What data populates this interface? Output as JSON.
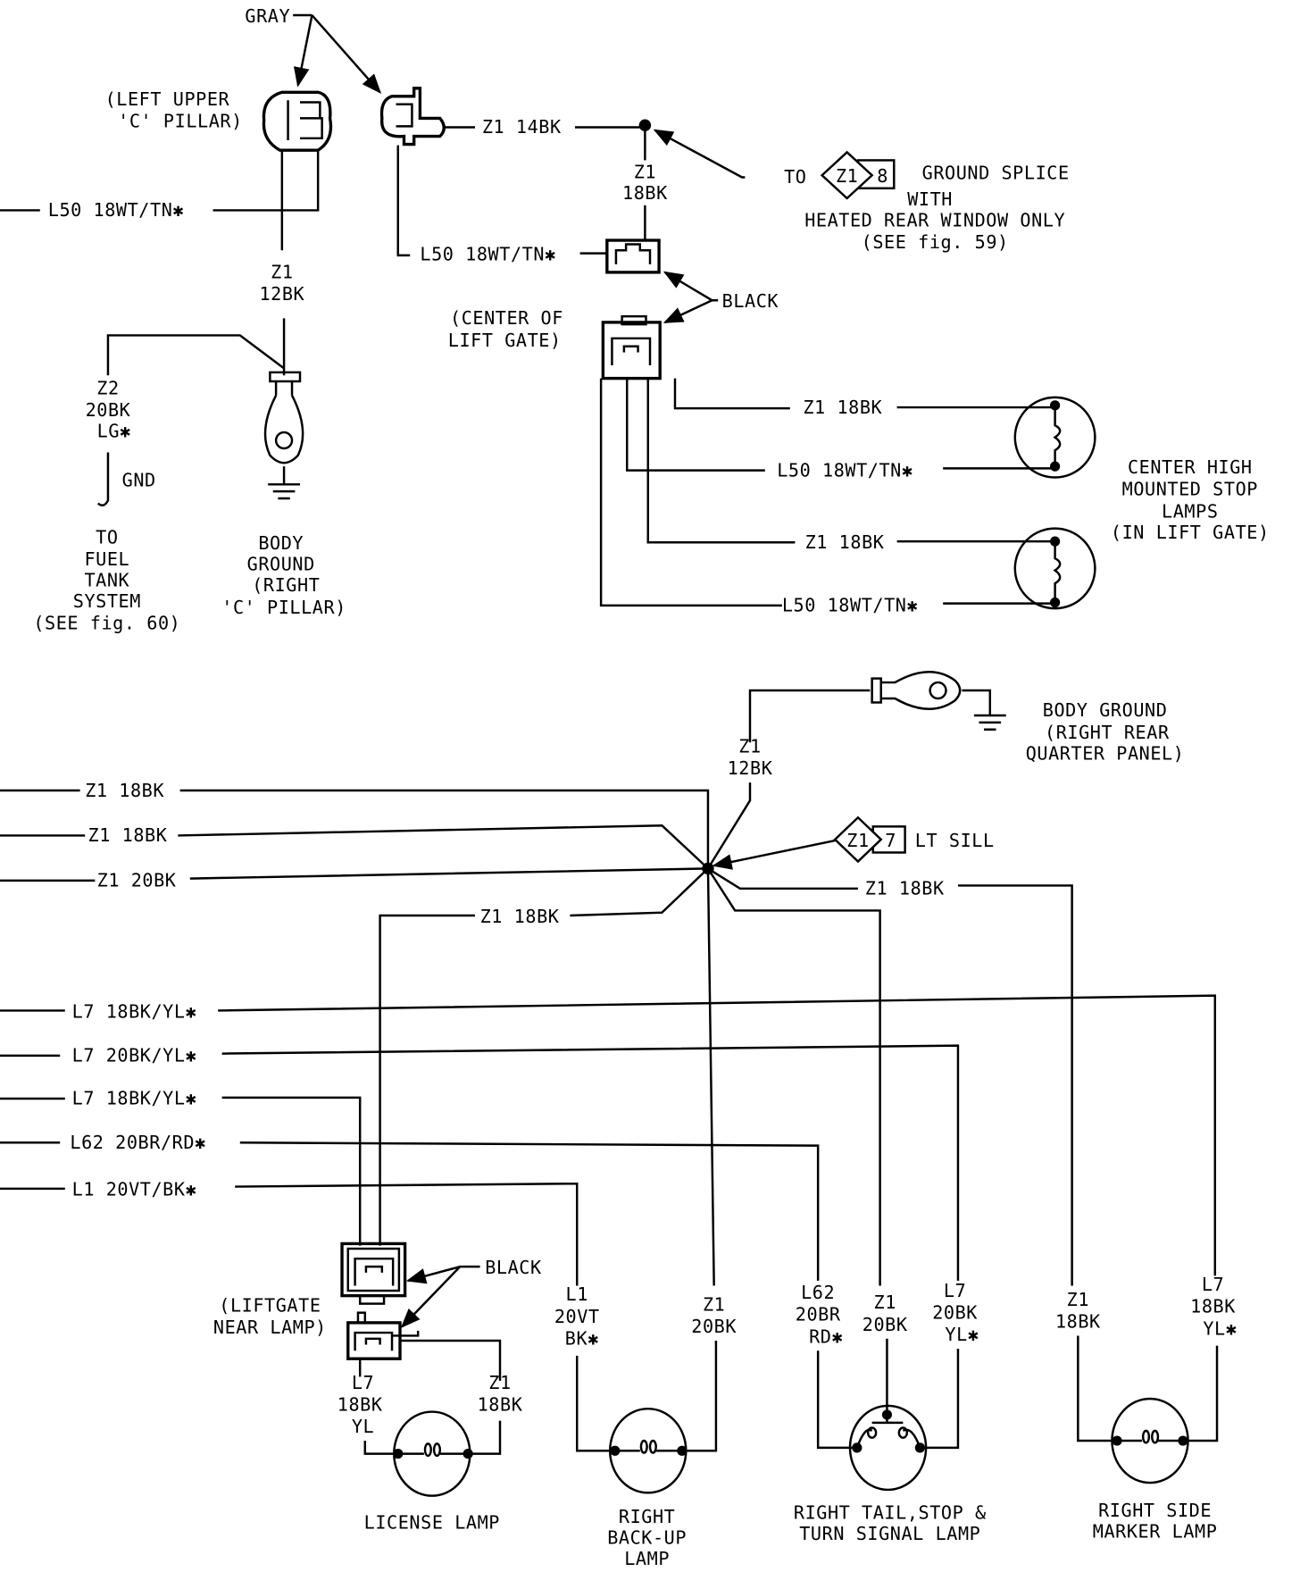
{
  "top": {
    "gray": "GRAY",
    "left_upper_1": "(LEFT UPPER",
    "left_upper_2": "'C' PILLAR)",
    "z1_14bk": "Z1 14BK",
    "z1_a": "Z1",
    "bk18_a": "18BK",
    "to": "TO",
    "splice8_circuit": "Z1",
    "splice8_num": "8",
    "ground_splice": "GROUND SPLICE",
    "with": "WITH",
    "heated": "HEATED REAR WINDOW ONLY",
    "see59": "(SEE fig. 59)",
    "l50_left": "L50 18WT/TN✱",
    "l50_mid": "L50 18WT/TN✱",
    "z1_b": "Z1",
    "bk12_b": "12BK",
    "black": "BLACK",
    "center_of_1": "(CENTER OF",
    "center_of_2": "LIFT GATE)",
    "chmsl_w1": "Z1 18BK",
    "chmsl_w2": "L50 18WT/TN✱",
    "chmsl_w3": "Z1 18BK",
    "chmsl_w4": "L50 18WT/TN✱",
    "chmsl_1": "CENTER HIGH",
    "chmsl_2": "MOUNTED STOP",
    "chmsl_3": "LAMPS",
    "chmsl_4": "(IN LIFT GATE)",
    "z2": "Z2",
    "bk20": "20BK",
    "lg": "LG✱",
    "gnd": "GND",
    "fuel_1": "TO",
    "fuel_2": "FUEL",
    "fuel_3": "TANK",
    "fuel_4": "SYSTEM",
    "fuel_5": "(SEE fig. 60)",
    "bg_1": "BODY",
    "bg_2": "GROUND",
    "bg_3": "(RIGHT",
    "bg_4": "'C' PILLAR)"
  },
  "mid": {
    "bg_1": "BODY GROUND",
    "bg_2": "(RIGHT REAR",
    "bg_3": "QUARTER PANEL)",
    "z1": "Z1",
    "bk12": "12BK",
    "w1": "Z1 18BK",
    "w2": "Z1 18BK",
    "w3": "Z1 20BK",
    "w4": "Z1 18BK",
    "splice7_circuit": "Z1",
    "splice7_num": "7",
    "lt_sill": "LT SILL",
    "w5": "Z1 18BK",
    "w6": "L7 18BK/YL✱",
    "w7": "L7 20BK/YL✱",
    "w8": "L7 18BK/YL✱",
    "w9": "L62 20BR/RD✱",
    "w10": "L1 20VT/BK✱"
  },
  "bottom": {
    "black": "BLACK",
    "liftgate_1": "(LIFTGATE",
    "liftgate_2": "NEAR LAMP)",
    "l1": [
      "L1",
      "20VT",
      "BK✱"
    ],
    "z1a": [
      "Z1",
      "20BK"
    ],
    "l62": [
      "L62",
      "20BR",
      "RD✱"
    ],
    "z1b": [
      "Z1",
      "20BK"
    ],
    "l7a": [
      "L7",
      "20BK",
      "YL✱"
    ],
    "z1c": [
      "Z1",
      "18BK"
    ],
    "l7b": [
      "L7",
      "18BK",
      "YL✱"
    ],
    "lic_l7": [
      "L7",
      "18BK",
      "YL"
    ],
    "lic_z1": [
      "Z1",
      "18BK"
    ],
    "license": "LICENSE LAMP",
    "backup": [
      "RIGHT",
      "BACK-UP",
      "LAMP"
    ],
    "tail": [
      "RIGHT TAIL,STOP &",
      "TURN SIGNAL LAMP"
    ],
    "marker": [
      "RIGHT SIDE",
      "MARKER LAMP"
    ]
  }
}
